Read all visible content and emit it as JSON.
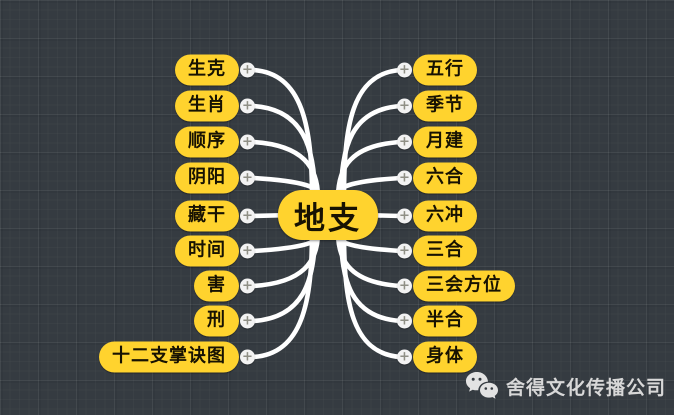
{
  "center": "地支",
  "left_nodes": [
    "生克",
    "生肖",
    "顺序",
    "阴阳",
    "藏干",
    "时间",
    "害",
    "刑",
    "十二支掌诀图"
  ],
  "right_nodes": [
    "五行",
    "季节",
    "月建",
    "六合",
    "六冲",
    "三合",
    "三会方位",
    "半合",
    "身体"
  ],
  "icons": {
    "expand": "+"
  },
  "watermark": "舍得文化传播公司",
  "colors": {
    "background": "#353b41",
    "node_fill": "#ffd32e",
    "node_text": "#171202",
    "connector": "#ffffff",
    "watermark_text": "#d8d8d8"
  }
}
